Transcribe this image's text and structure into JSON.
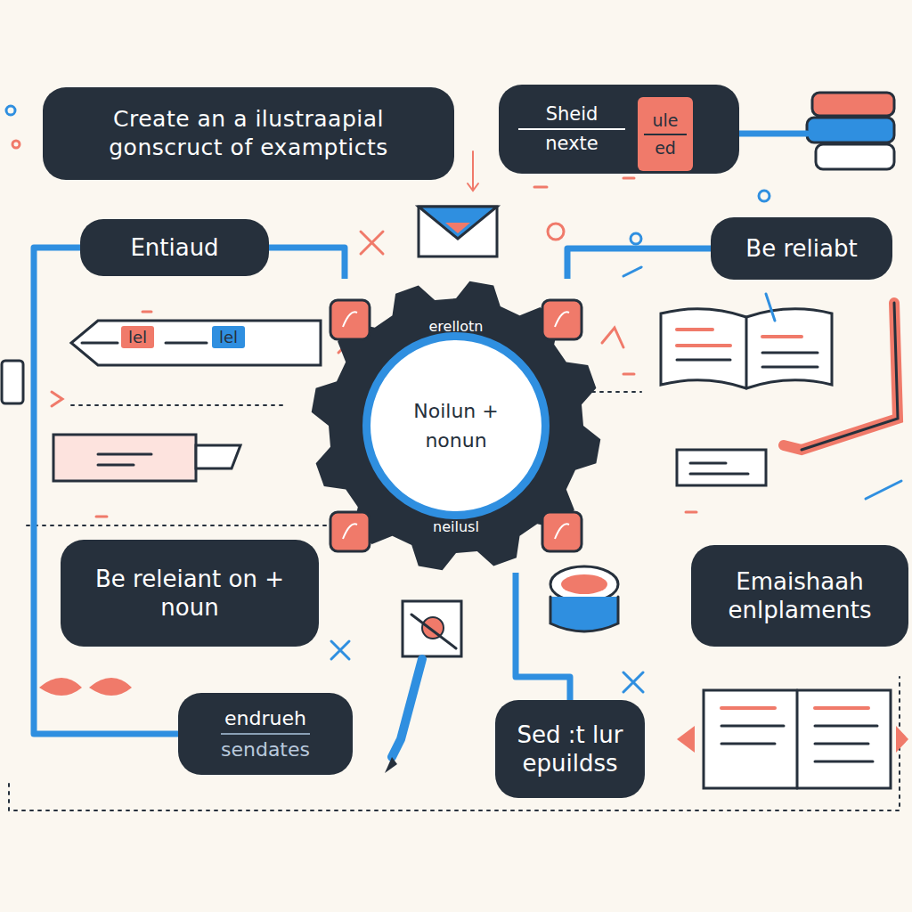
{
  "diagram": {
    "nodes": [
      {
        "text": [
          "Create an a ilustraapial gonscruct of exampticts"
        ]
      },
      {
        "text": [
          "Sheid",
          "nexte"
        ]
      },
      {
        "text": [
          "ule",
          "ed"
        ],
        "in": 1
      },
      {
        "text": [
          "Entiaud"
        ]
      },
      {
        "text": [
          "Be reliabt"
        ]
      },
      {
        "text": [
          "erellotn",
          "neilusl"
        ]
      },
      {
        "text": [
          "Noilun + nonun"
        ],
        "in": 5
      },
      {
        "text": [
          "Be releiant on + noun"
        ]
      },
      {
        "text": [
          "Emaishaah enlplaments"
        ]
      },
      {
        "text": [
          "endrueh",
          "sendates"
        ]
      },
      {
        "text": [
          "Sed :t lur epuildss"
        ]
      }
    ],
    "edges": [
      {
        "from": 5,
        "to": 3,
        "arrow": "none"
      },
      {
        "from": 3,
        "to": 9,
        "arrow": "none"
      },
      {
        "from": 5,
        "to": 4,
        "arrow": "none"
      },
      {
        "from": 5,
        "to": 10,
        "arrow": "none"
      }
    ],
    "labels": [
      "lel",
      "lel"
    ]
  }
}
